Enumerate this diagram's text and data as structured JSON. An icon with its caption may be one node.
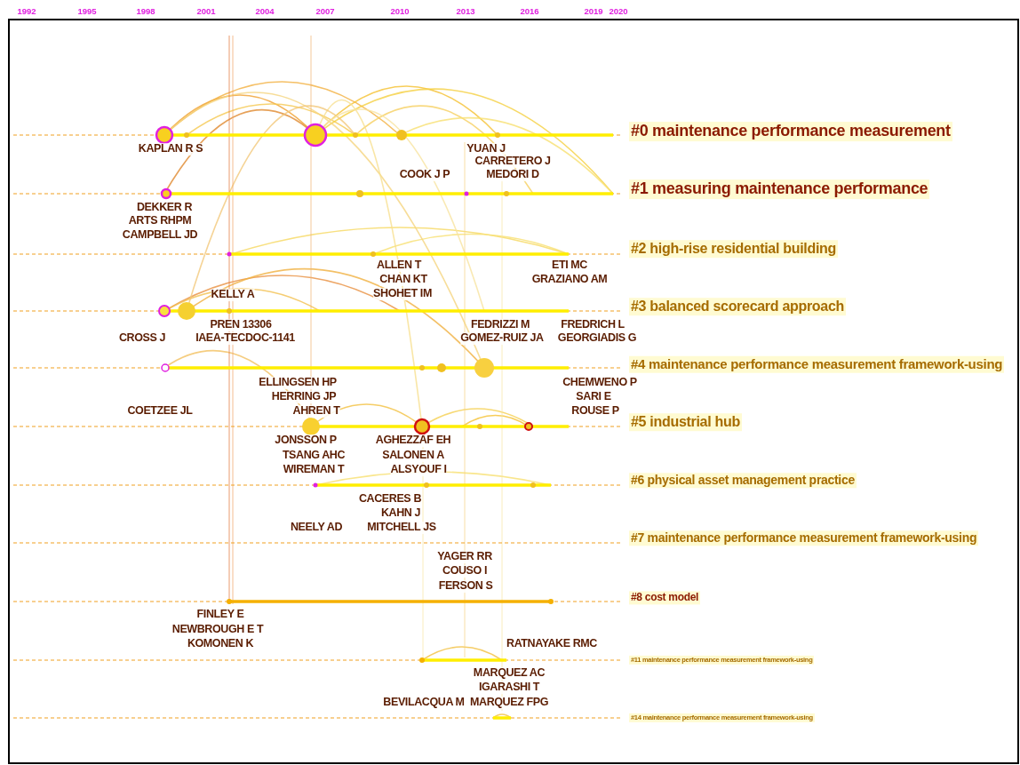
{
  "diagram": {
    "labels": [
      "1992",
      "1995",
      "1998",
      "2001",
      "2004",
      "2007",
      "2010",
      "2013",
      "2016",
      "2019",
      "2020",
      "#0 maintenance performance measurement",
      "KAPLAN R S",
      "YUAN J",
      "CARRETERO J",
      "COOK J P",
      "MEDORI D",
      "#1 measuring maintenance performance",
      "DEKKER R",
      "ARTS RHPM",
      "CAMPBELL JD",
      "#2 high-rise residential building",
      "ALLEN T",
      "ETI MC",
      "CHAN KT",
      "GRAZIANO AM",
      "KELLY A",
      "SHOHET IM",
      "#3 balanced scorecard approach",
      "PREN 13306",
      "FEDRIZZI M",
      "FREDRICH L",
      "CROSS J",
      "IAEA-TECDOC-1141",
      "GOMEZ-RUIZ JA",
      "GEORGIADIS G",
      "#4 maintenance performance measurement framework-using",
      "ELLINGSEN HP",
      "CHEMWENO P",
      "HERRING JP",
      "SARI E",
      "COETZEE JL",
      "AHREN T",
      "ROUSE P",
      "#5 industrial hub",
      "JONSSON P",
      "AGHEZZAF EH",
      "TSANG AHC",
      "SALONEN A",
      "WIREMAN T",
      "ALSYOUF I",
      "#6 physical asset management practice",
      "CACERES B",
      "KAHN J",
      "NEELY AD",
      "MITCHELL JS",
      "#7 maintenance performance measurement framework-using",
      "YAGER RR",
      "COUSO I",
      "FERSON S",
      "#8 cost model",
      "FINLEY E",
      "NEWBROUGH E T",
      "KOMONEN K",
      "RATNAYAKE RMC",
      "#11 maintenance performance measurement framework-using",
      "MARQUEZ AC",
      "IGARASHI T",
      "BEVILACQUA M",
      "MARQUEZ FPG",
      "#14 maintenance performance measurement framework-using"
    ]
  }
}
